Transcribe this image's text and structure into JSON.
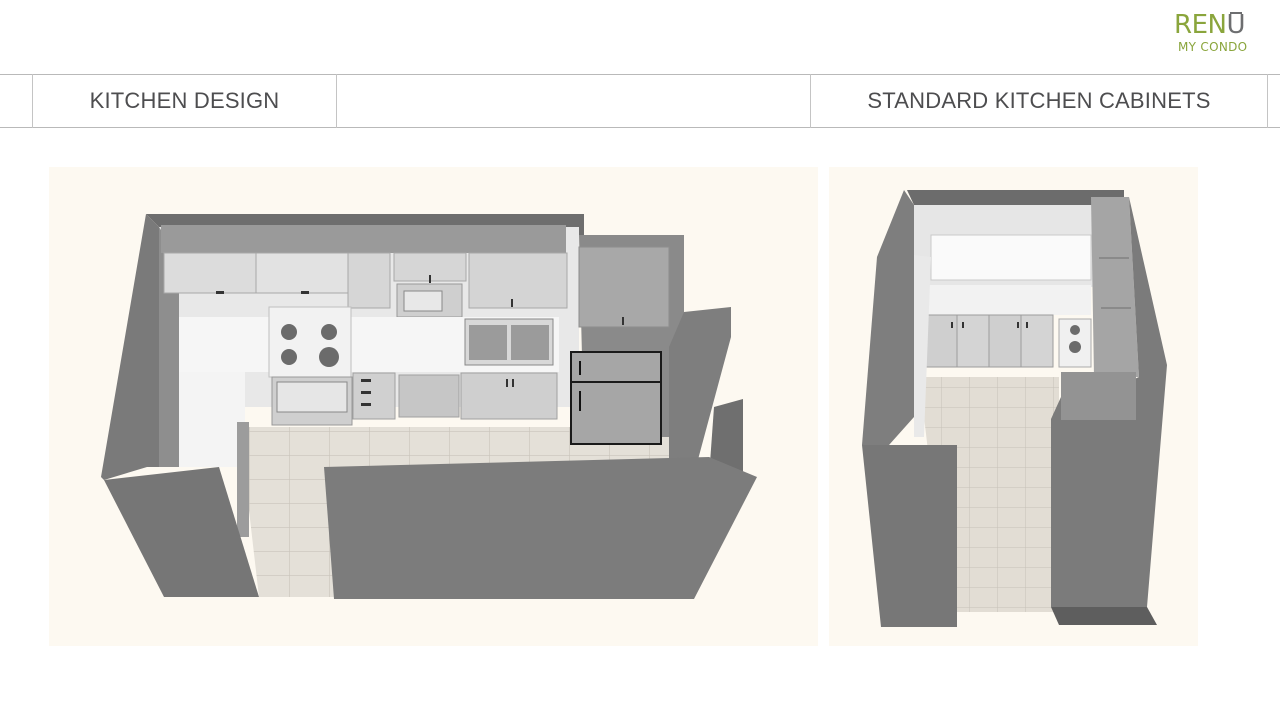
{
  "logo": {
    "brand_re": "REN",
    "brand_u": "U",
    "sub_my": "MY",
    "sub_condo": "CONDO"
  },
  "header": {
    "left_title": "KITCHEN DESIGN",
    "right_title": "STANDARD KITCHEN CABINETS"
  },
  "colors": {
    "panel_bg": "#fdf9f1",
    "wall": "#7f7f7f",
    "brand_green": "#8aa53c",
    "text_gray": "#4d4d4f"
  },
  "images": [
    {
      "name": "kitchen-l-shape-render"
    },
    {
      "name": "kitchen-galley-render"
    }
  ]
}
